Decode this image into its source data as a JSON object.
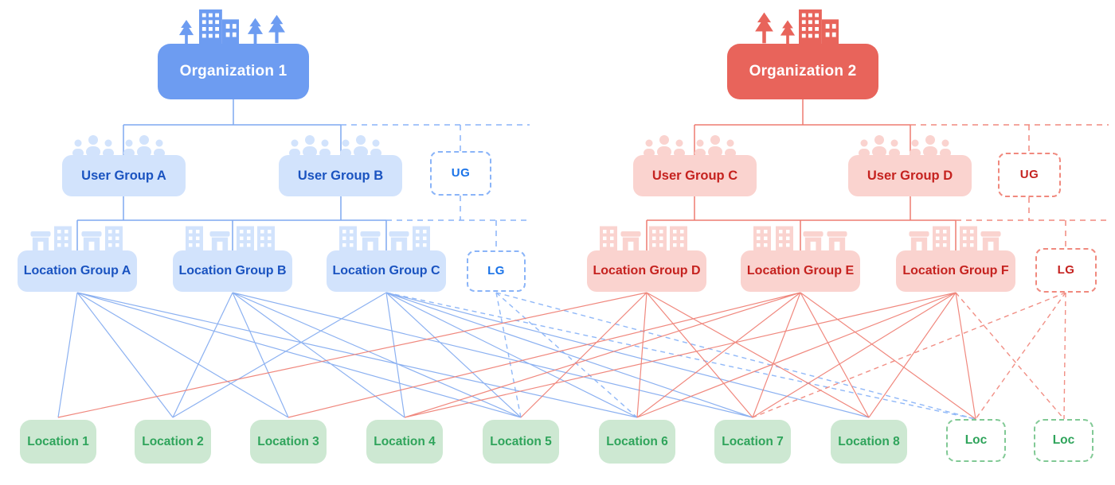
{
  "nodes": {
    "organizations": [
      "Organization 1",
      "Organization 2"
    ],
    "user_groups": [
      "User Group A",
      "User Group B",
      "User Group C",
      "User Group D"
    ],
    "user_group_placeholder": "UG",
    "location_groups": [
      "Location Group A",
      "Location Group B",
      "Location Group C",
      "Location Group D",
      "Location Group E",
      "Location Group F"
    ],
    "location_group_placeholder": "LG",
    "locations": [
      "Location 1",
      "Location 2",
      "Location 3",
      "Location 4",
      "Location 5",
      "Location 6",
      "Location 7",
      "Location 8"
    ],
    "location_placeholder": "Loc"
  },
  "colors": {
    "blue_solid": "#6D9CF1",
    "blue_light": "#D2E3FC",
    "blue_text": "#1A53C0",
    "blue_accent": "#1A73E8",
    "blue_line": "#7FA9F0",
    "blue_dash": "#8AB4F8",
    "red_solid": "#E8645B",
    "red_light": "#FAD3CF",
    "red_text": "#C5221F",
    "red_line": "#EE7B70",
    "red_dash": "#F0897E",
    "green_light": "#CDE8D2",
    "green_text": "#2FA45B",
    "green_border": "#81C995"
  }
}
